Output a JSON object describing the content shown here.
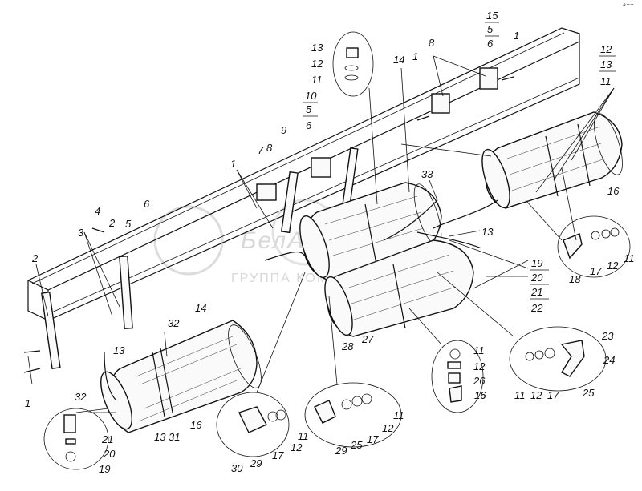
{
  "corner_mark": "ᵃ⁻⁻",
  "watermark": {
    "brand": "БелАвто",
    "subtitle": "ГРУППА КОМПАНИЙ"
  },
  "labels": [
    {
      "id": "lbl-1a",
      "text": "1"
    },
    {
      "id": "lbl-1b",
      "text": "1"
    },
    {
      "id": "lbl-1c",
      "text": "1"
    },
    {
      "id": "lbl-1d",
      "text": "1"
    },
    {
      "id": "lbl-2a",
      "text": "2"
    },
    {
      "id": "lbl-2b",
      "text": "2"
    },
    {
      "id": "lbl-3",
      "text": "3"
    },
    {
      "id": "lbl-4",
      "text": "4"
    },
    {
      "id": "lbl-5",
      "text": "5"
    },
    {
      "id": "lbl-6",
      "text": "6"
    },
    {
      "id": "lbl-7",
      "text": "7"
    },
    {
      "id": "lbl-8a",
      "text": "8"
    },
    {
      "id": "lbl-8b",
      "text": "8"
    },
    {
      "id": "lbl-9",
      "text": "9"
    },
    {
      "id": "lbl-13a",
      "text": "13"
    },
    {
      "id": "lbl-13b",
      "text": "13"
    },
    {
      "id": "lbl-13c",
      "text": "13"
    },
    {
      "id": "lbl-13d",
      "text": "13"
    },
    {
      "id": "lbl-12a",
      "text": "12"
    },
    {
      "id": "lbl-11a",
      "text": "11"
    },
    {
      "id": "lbl-14a",
      "text": "14"
    },
    {
      "id": "lbl-14b",
      "text": "14"
    },
    {
      "id": "lbl-16a",
      "text": "16"
    },
    {
      "id": "lbl-16b",
      "text": "16"
    },
    {
      "id": "lbl-16c",
      "text": "16"
    },
    {
      "id": "lbl-18",
      "text": "18"
    },
    {
      "id": "lbl-17a",
      "text": "17"
    },
    {
      "id": "lbl-12b",
      "text": "12"
    },
    {
      "id": "lbl-11b",
      "text": "11"
    },
    {
      "id": "lbl-33",
      "text": "33"
    },
    {
      "id": "lbl-27",
      "text": "27"
    },
    {
      "id": "lbl-28",
      "text": "28"
    },
    {
      "id": "lbl-32a",
      "text": "32"
    },
    {
      "id": "lbl-32b",
      "text": "32"
    },
    {
      "id": "lbl-31",
      "text": "31"
    },
    {
      "id": "lbl-21",
      "text": "21"
    },
    {
      "id": "lbl-20",
      "text": "20"
    },
    {
      "id": "lbl-19",
      "text": "19"
    },
    {
      "id": "lbl-30",
      "text": "30"
    },
    {
      "id": "lbl-29a",
      "text": "29"
    },
    {
      "id": "lbl-17b",
      "text": "17"
    },
    {
      "id": "lbl-12c",
      "text": "12"
    },
    {
      "id": "lbl-11c",
      "text": "11"
    },
    {
      "id": "lbl-29b",
      "text": "29"
    },
    {
      "id": "lbl-25a",
      "text": "25"
    },
    {
      "id": "lbl-17c",
      "text": "17"
    },
    {
      "id": "lbl-12d",
      "text": "12"
    },
    {
      "id": "lbl-11d",
      "text": "11"
    },
    {
      "id": "lbl-11e",
      "text": "11"
    },
    {
      "id": "lbl-12e",
      "text": "12"
    },
    {
      "id": "lbl-26",
      "text": "26"
    },
    {
      "id": "lbl-16d",
      "text": "16"
    },
    {
      "id": "lbl-23",
      "text": "23"
    },
    {
      "id": "lbl-24",
      "text": "24"
    },
    {
      "id": "lbl-11f",
      "text": "11"
    },
    {
      "id": "lbl-12f",
      "text": "12"
    },
    {
      "id": "lbl-17d",
      "text": "17"
    },
    {
      "id": "lbl-25b",
      "text": "25"
    }
  ],
  "stacks": [
    {
      "id": "stack-15-5-6",
      "items": [
        "15",
        "5",
        "6"
      ]
    },
    {
      "id": "stack-10-5-6",
      "items": [
        "10",
        "5",
        "6"
      ]
    },
    {
      "id": "stack-12-13-11",
      "items": [
        "12",
        "13",
        "11"
      ]
    },
    {
      "id": "stack-19-22",
      "items": [
        "19",
        "20",
        "21",
        "22"
      ]
    }
  ]
}
